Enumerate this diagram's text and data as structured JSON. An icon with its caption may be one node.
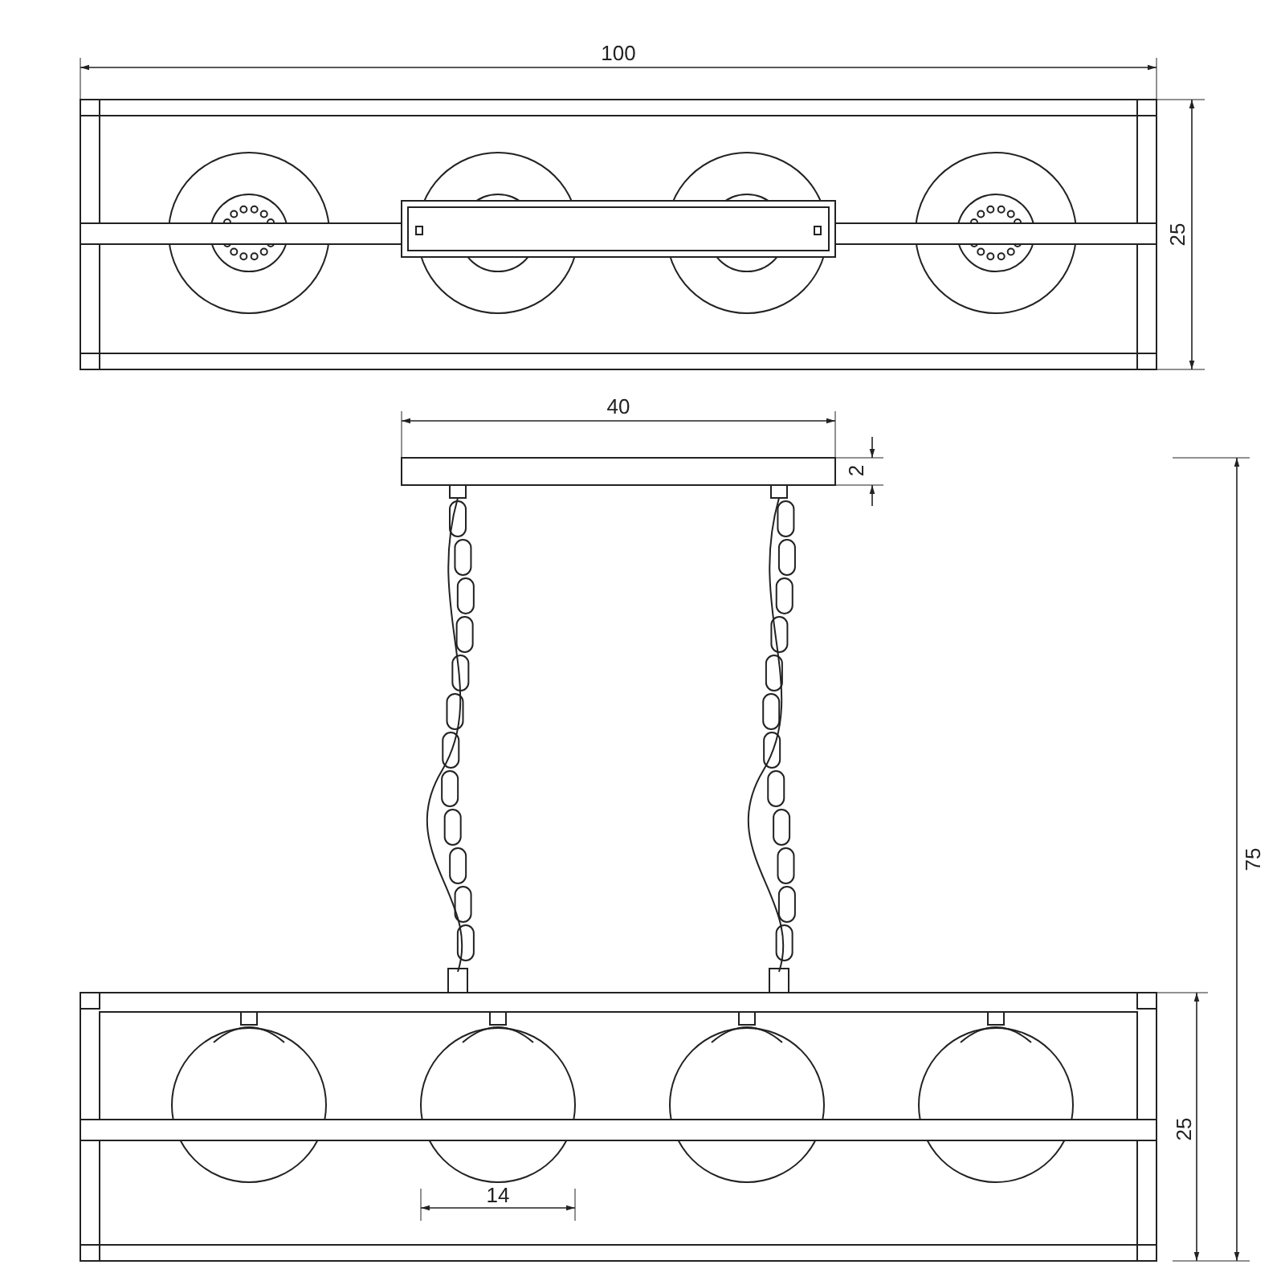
{
  "diagram": {
    "labels": [
      "100",
      "25",
      "40",
      "2",
      "75",
      "25",
      "14"
    ]
  }
}
